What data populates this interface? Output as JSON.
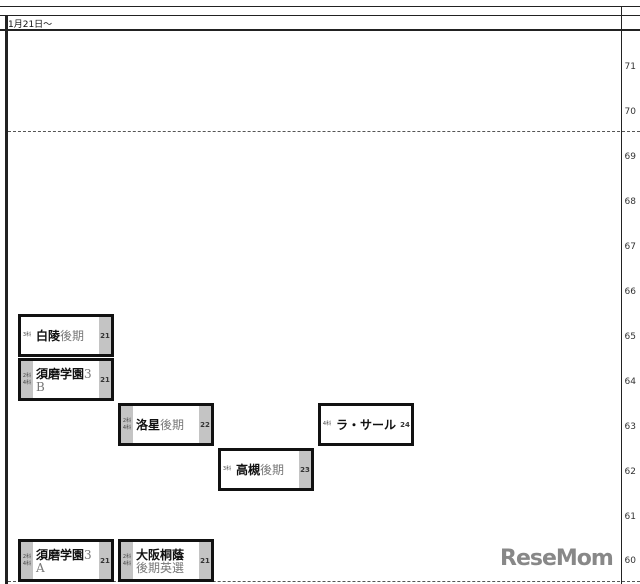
{
  "header": {
    "date_label": "1月21日〜"
  },
  "scale": [
    "71",
    "70",
    "69",
    "68",
    "67",
    "66",
    "65",
    "64",
    "63",
    "62",
    "61",
    "60"
  ],
  "entries": [
    {
      "subjects": [
        "3科"
      ],
      "name": "白陵",
      "suffix": "後期",
      "date": "21"
    },
    {
      "subjects": [
        "2科",
        "4科"
      ],
      "name": "須磨学園",
      "suffix": "3",
      "suffix2": "B",
      "date": "21"
    },
    {
      "subjects": [
        "2科",
        "4科"
      ],
      "name": "洛星",
      "suffix": "後期",
      "date": "22"
    },
    {
      "subjects": [
        "4科"
      ],
      "name": "ラ・サール",
      "suffix": "",
      "date": "24"
    },
    {
      "subjects": [
        "3科"
      ],
      "name": "高槻",
      "suffix": "後期",
      "date": "23"
    },
    {
      "subjects": [
        "2科",
        "4科"
      ],
      "name": "須磨学園",
      "suffix": "3",
      "suffix2": "A",
      "date": "21"
    },
    {
      "subjects": [
        "2科",
        "4科"
      ],
      "name": "大阪桐蔭",
      "suffix": "",
      "suffix2": "後期英選",
      "date": "21"
    }
  ],
  "watermark": "ReseMom"
}
